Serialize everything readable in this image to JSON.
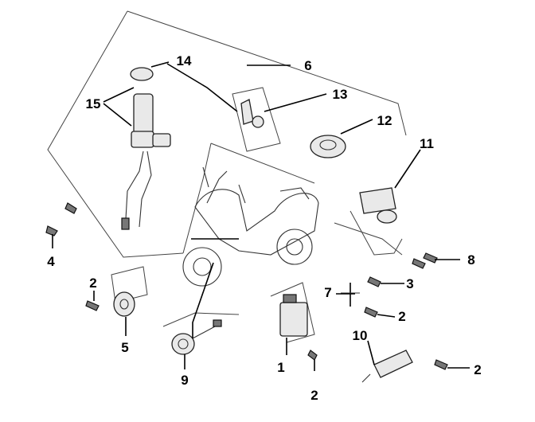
{
  "callouts": {
    "c1": "1",
    "c2a": "2",
    "c2b": "2",
    "c2c": "2",
    "c2d": "2",
    "c3": "3",
    "c4": "4",
    "c5": "5",
    "c6": "6",
    "c7": "7",
    "c8": "8",
    "c9": "9",
    "c10": "10",
    "c11": "11",
    "c12": "12",
    "c13": "13",
    "c14": "14",
    "c15": "15"
  }
}
